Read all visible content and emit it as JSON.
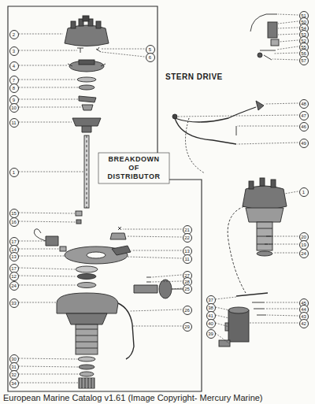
{
  "diagram": {
    "title": "STERN DRIVE",
    "caption": "European Marine Catalog v1.61 (Image Copyright- Mercury Marine)",
    "labels": [
      "2",
      "3",
      "5",
      "6",
      "4",
      "7",
      "8",
      "9",
      "10",
      "11",
      "1",
      "15",
      "16",
      "21",
      "22",
      "17",
      "14",
      "13",
      "13",
      "11",
      "17",
      "12",
      "24",
      "27",
      "28",
      "25",
      "33",
      "26",
      "29",
      "30",
      "31",
      "32",
      "34",
      "51",
      "50",
      "54",
      "53",
      "52",
      "55",
      "56",
      "57",
      "48",
      "47",
      "46",
      "49",
      "1",
      "20",
      "19",
      "24",
      "45",
      "44",
      "43",
      "42",
      "37",
      "38",
      "41",
      "40",
      "39",
      "BREAKDOWN OF DISTRIBUTOR"
    ]
  }
}
